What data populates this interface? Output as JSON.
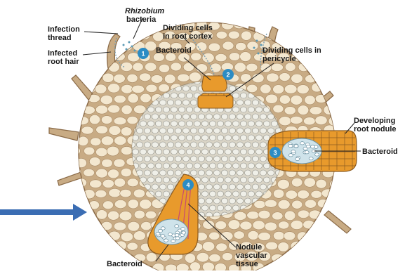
{
  "title_fragment": "",
  "labels": {
    "rhizobium": "Rhizobium",
    "bacteria": "bacteria",
    "infection_thread": "Infection\nthread",
    "infected_root_hair": "Infected\nroot hair",
    "dividing_cortex": "Dividing cells\nin root cortex",
    "bacteroid_top": "Bacteroid",
    "dividing_pericycle": "Dividing cells in\npericycle",
    "developing_nodule": "Developing\nroot nodule",
    "bacteroid_right": "Bacteroid",
    "nodule_vascular": "Nodule\nvascular\ntissue",
    "bacteroid_bottom": "Bacteroid"
  },
  "steps": [
    "1",
    "2",
    "3",
    "4"
  ],
  "colors": {
    "cortex_cell": "#f3e7cf",
    "tissue_bg": "#c8ab84",
    "outline": "#8a6a47",
    "dividing_cells": "#e89a2c",
    "bacteroid_cells": "#cfe3ea",
    "step_marker": "#2c8cc4",
    "arrow": "#3b6db3",
    "stele": "#efefe8"
  },
  "icons": [
    "right-arrow-icon"
  ]
}
